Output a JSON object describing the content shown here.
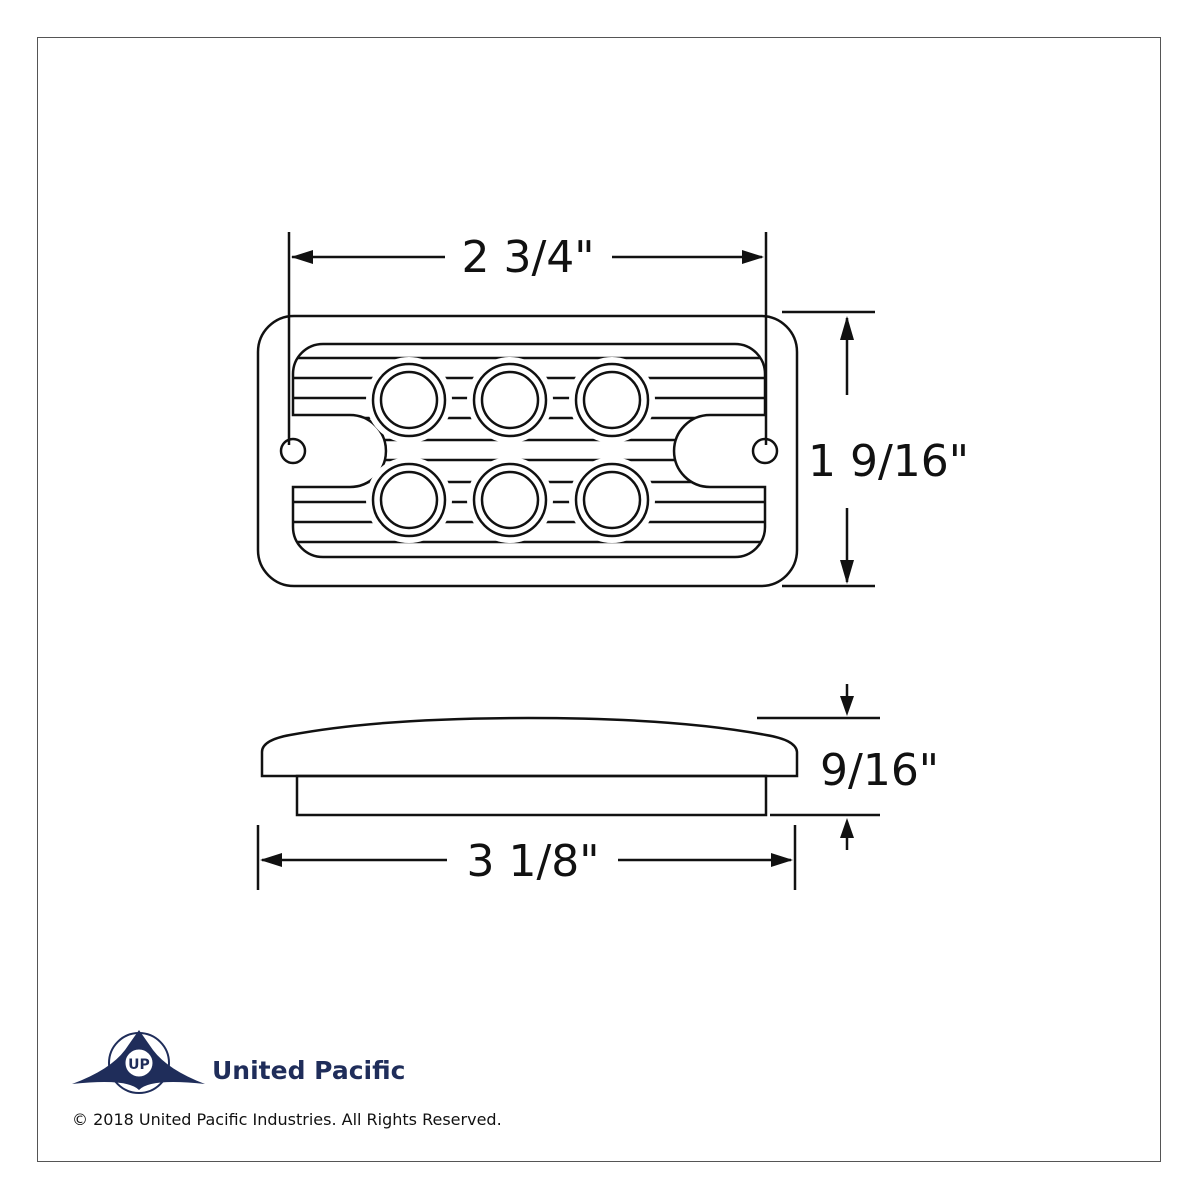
{
  "dimensions": {
    "top_width": "2 3/4\"",
    "top_height": "1 9/16\"",
    "side_depth": "9/16\"",
    "side_width": "3 1/8\""
  },
  "logo": {
    "brand_name": "United Pacific",
    "monogram": "UP",
    "color": "#1f2d5a"
  },
  "footer": {
    "copyright": "© 2018 United Pacific Industries. All Rights Reserved."
  }
}
